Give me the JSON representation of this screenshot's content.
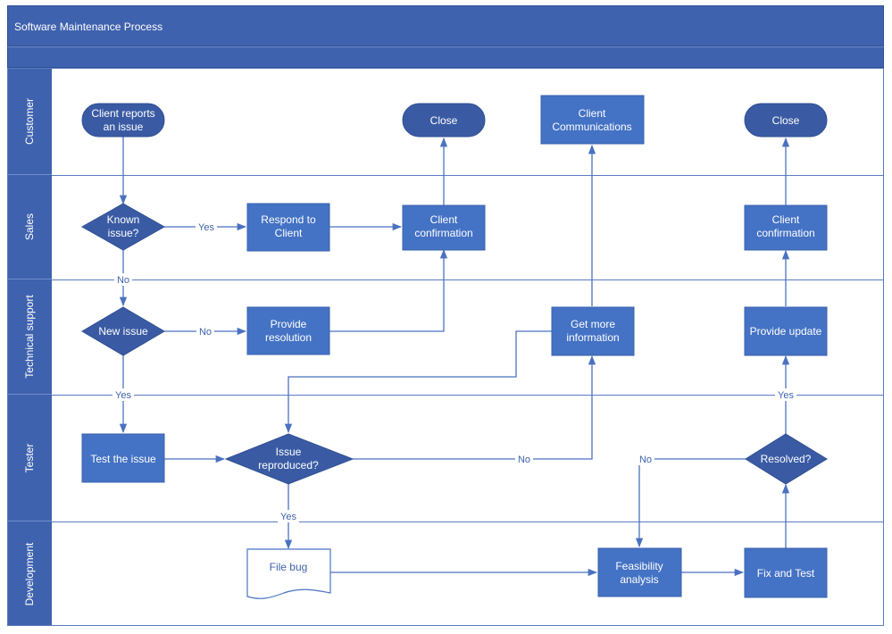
{
  "title": "Software Maintenance Process",
  "lanes": {
    "customer": "Customer",
    "sales": "Sales",
    "technical_support": "Technical support",
    "tester": "Tester",
    "development": "Development"
  },
  "nodes": {
    "client_reports": [
      "Client reports",
      "an issue"
    ],
    "close_1": [
      "Close"
    ],
    "client_communications": [
      "Client",
      "Communications"
    ],
    "close_2": [
      "Close"
    ],
    "known_issue": [
      "Known",
      "issue?"
    ],
    "respond_to_client": [
      "Respond to",
      "Client"
    ],
    "client_confirmation_1": [
      "Client",
      "confirmation"
    ],
    "client_confirmation_2": [
      "Client",
      "confirmation"
    ],
    "new_issue": [
      "New issue"
    ],
    "provide_resolution": [
      "Provide",
      "resolution"
    ],
    "get_more_information": [
      "Get more",
      "information"
    ],
    "provide_update": [
      "Provide update"
    ],
    "test_the_issue": [
      "Test the issue"
    ],
    "issue_reproduced": [
      "Issue",
      "reproduced?"
    ],
    "resolved": [
      "Resolved?"
    ],
    "file_bug": [
      "File bug"
    ],
    "feasibility_analysis": [
      "Feasibility",
      "analysis"
    ],
    "fix_and_test": [
      "Fix and Test"
    ]
  },
  "edge_labels": {
    "known_yes": "Yes",
    "known_no": "No",
    "new_no": "No",
    "new_yes": "Yes",
    "reproduced_no": "No",
    "reproduced_yes": "Yes",
    "resolved_no": "No",
    "resolved_yes": "Yes"
  },
  "colors": {
    "lane_header": "#3f62ae",
    "shape_fill": "#4472c4",
    "shape_dark": "#3a5ba4",
    "line": "#4a72c0"
  }
}
